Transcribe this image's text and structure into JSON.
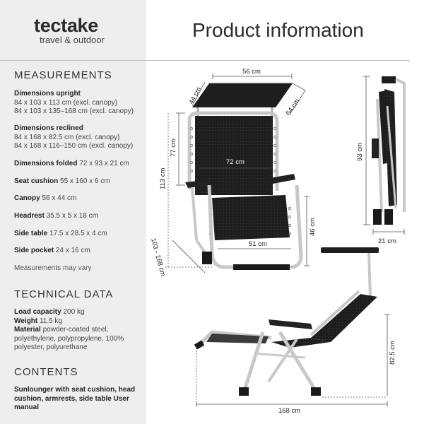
{
  "brand": {
    "name": "tectake",
    "tagline": "travel & outdoor"
  },
  "page_title": "Product information",
  "measurements": {
    "heading": "MEASUREMENTS",
    "upright": {
      "label": "Dimensions upright",
      "line1": "84 x 103 x 113 cm (excl. canopy)",
      "line2": "84 x 103 x 135–168 cm (excl. canopy)"
    },
    "reclined": {
      "label": "Dimensions reclined",
      "line1": "84 x 168 x 82.5 cm (excl. canopy)",
      "line2": "84 x 168 x 116–150 cm (excl. canopy)"
    },
    "folded": {
      "label": "Dimensions folded",
      "value": "72 x 93 x 21 cm"
    },
    "seat": {
      "label": "Seat cushion",
      "value": "55 x 160 x 6 cm"
    },
    "canopy": {
      "label": "Canopy",
      "value": "56 x 44 cm"
    },
    "headrest": {
      "label": "Headrest",
      "value": "35.5 x 5 x 18 cm"
    },
    "side_table": {
      "label": "Side table",
      "value": "17.5 x 28.5 x 4 cm"
    },
    "side_pocket": {
      "label": "Side pocket",
      "value": "24 x 16 cm"
    },
    "note": "Measurements may vary"
  },
  "technical": {
    "heading": "TECHNICAL DATA",
    "load": {
      "label": "Load capacity",
      "value": "200 kg"
    },
    "weight": {
      "label": "Weight",
      "value": "11.5 kg"
    },
    "material": {
      "label": "Material",
      "value": "powder-coated steel, polyethylene, polypropylene, 100% polyester, polyurethane"
    }
  },
  "contents": {
    "heading": "CONTENTS",
    "text": "Sunlounger with seat cushion, head cushion, armrests, side table User manual"
  },
  "dims": {
    "canopy_width": "56 cm",
    "canopy_depth": "44 cm",
    "canopy_length": "64 cm",
    "back_height": "77 cm",
    "total_height": "113 cm",
    "back_width": "72 cm",
    "seat_height": "46 cm",
    "seat_width": "51 cm",
    "depth_range": "103 - 168 cm",
    "folded_height": "93 cm",
    "folded_depth": "21 cm",
    "reclined_height": "82.5 cm",
    "reclined_length": "168 cm"
  },
  "colors": {
    "sidebar_bg": "#eeeeee",
    "frame": "#c8c8c8",
    "fabric": "#1e1e1e"
  }
}
